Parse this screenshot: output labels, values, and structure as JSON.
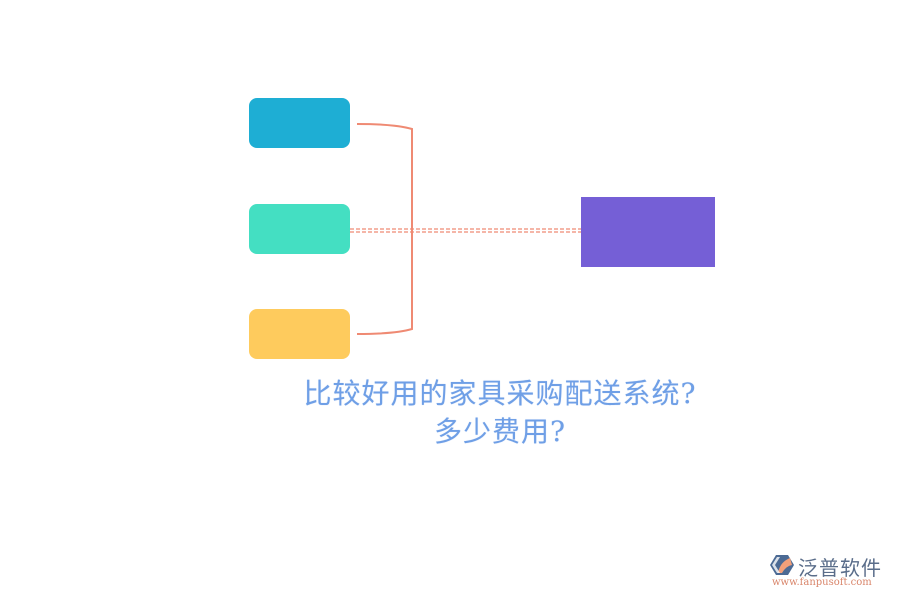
{
  "diagram": {
    "nodes": [
      {
        "id": "left-top",
        "color": "#1eaed4"
      },
      {
        "id": "left-middle",
        "color": "#44dfc2"
      },
      {
        "id": "left-bottom",
        "color": "#fecb5d"
      },
      {
        "id": "right-target",
        "color": "#755fd6"
      }
    ],
    "connector_color": "#ef8a73",
    "title_line1": "比较好用的家具采购配送系统?",
    "title_line2": "多少费用?"
  },
  "logo": {
    "name": "泛普软件",
    "url": "www.fanpusoft.com",
    "icon": "fanpu-logo-icon"
  }
}
